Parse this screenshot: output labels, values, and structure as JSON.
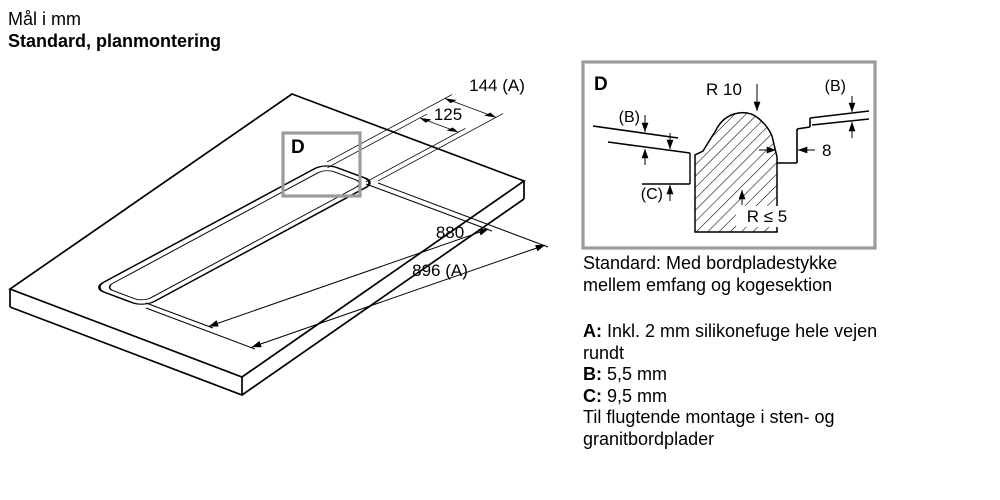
{
  "header": {
    "title": "Mål i mm",
    "subtitle": "Standard, planmontering"
  },
  "main_drawing": {
    "detail_marker": "D",
    "dim_width_outer": "144 (A)",
    "dim_width_inner": "125",
    "dim_length_inner": "880",
    "dim_length_outer": "896 (A)"
  },
  "detail_view": {
    "label": "D",
    "dim_radius_top": "R 10",
    "dim_b_left": "(B)",
    "dim_b_right": "(B)",
    "dim_c": "(C)",
    "dim_gap": "8",
    "dim_radius_bottom": "R ≤ 5"
  },
  "notes": {
    "standard_line1": "Standard: Med bordpladestykke",
    "standard_line2": "mellem emfang og kogesektion",
    "a_label": "A:",
    "a_line1": "Inkl. 2 mm silikonefuge hele vejen",
    "a_line2": "rundt",
    "b_label": "B:",
    "b_value": "5,5 mm",
    "c_label": "C:",
    "c_value": "9,5 mm",
    "footer_line1": "Til flugtende montage i sten- og",
    "footer_line2": "granitbordplader"
  }
}
